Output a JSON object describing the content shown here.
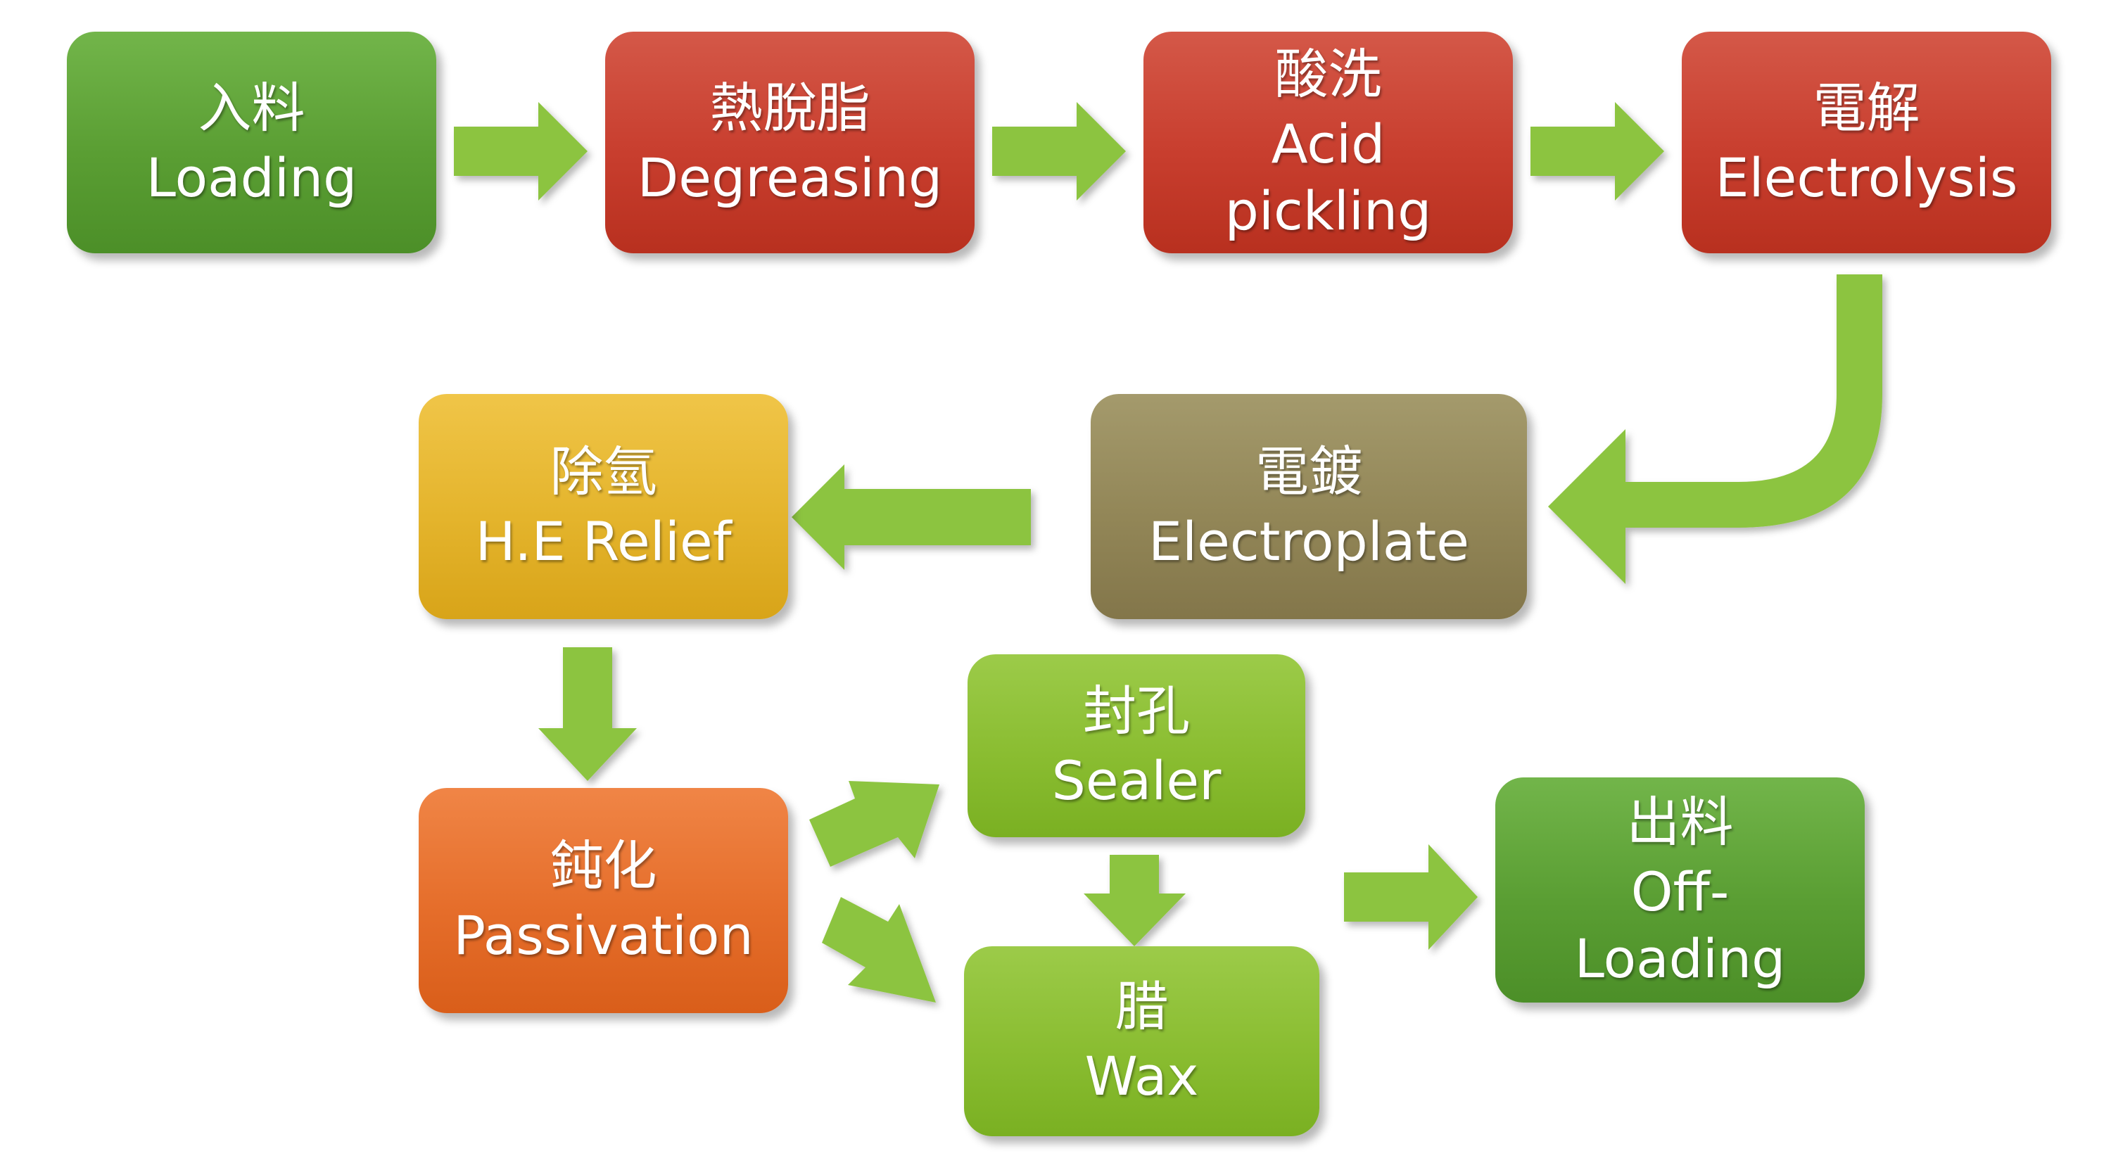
{
  "colors": {
    "arrow": "#8cc43f",
    "green": "#5a9e33",
    "red": "#c83e2e",
    "olive": "#928657",
    "yellow": "#e4b42c",
    "orange": "#e56d2a",
    "lime": "#8abd31"
  },
  "steps": {
    "loading": {
      "zh": "入料",
      "en": "Loading"
    },
    "degreasing": {
      "zh": "熱脫脂",
      "en": "Degreasing"
    },
    "acid": {
      "zh": "酸洗",
      "en": "Acid pickling"
    },
    "electrolysis": {
      "zh": "電解",
      "en": "Electrolysis"
    },
    "electroplate": {
      "zh": "電鍍",
      "en": "Electroplate"
    },
    "he_relief": {
      "zh": "除氫",
      "en": "H.E Relief"
    },
    "passivation": {
      "zh": "鈍化",
      "en": "Passivation"
    },
    "sealer": {
      "zh": "封孔",
      "en": "Sealer"
    },
    "wax": {
      "zh": "腊",
      "en": "Wax"
    },
    "off_loading": {
      "zh": "出料",
      "en": "Off-Loading"
    }
  },
  "flow": [
    [
      "loading",
      "degreasing"
    ],
    [
      "degreasing",
      "acid"
    ],
    [
      "acid",
      "electrolysis"
    ],
    [
      "electrolysis",
      "electroplate"
    ],
    [
      "electroplate",
      "he_relief"
    ],
    [
      "he_relief",
      "passivation"
    ],
    [
      "passivation",
      "sealer"
    ],
    [
      "passivation",
      "wax"
    ],
    [
      "sealer",
      "wax"
    ],
    [
      "sealer",
      "off_loading"
    ]
  ]
}
